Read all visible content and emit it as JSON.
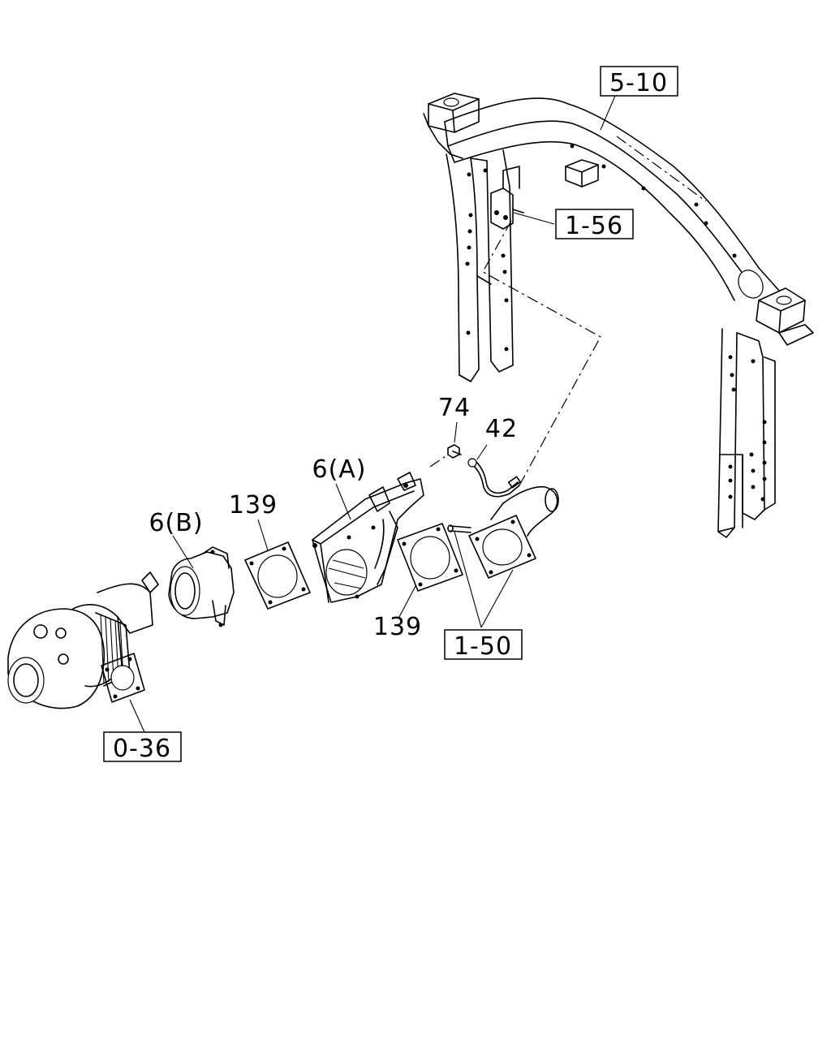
{
  "callouts": {
    "frame": "5-10",
    "bracket": "1-56",
    "exhaust_pipe": "1-50",
    "turbocharger": "0-36",
    "bolt": "74",
    "sensor_harness": "42",
    "valve_a": "6(A)",
    "valve_b": "6(B)",
    "gasket_left": "139",
    "gasket_right": "139"
  }
}
